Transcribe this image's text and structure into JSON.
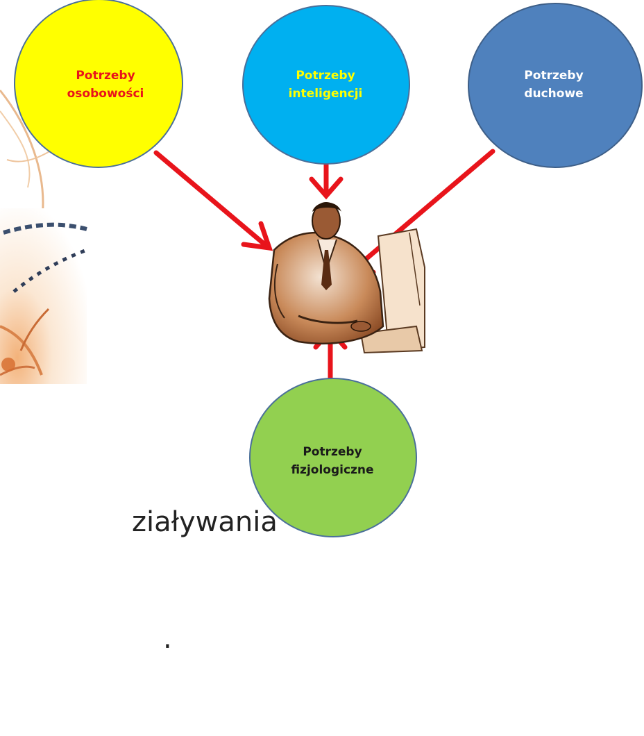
{
  "nodes": [
    {
      "id": "osobowosci",
      "line1": "Potrzeby",
      "line2": "osobowości",
      "fill": "#ffff00",
      "text_color": "#e8141b"
    },
    {
      "id": "inteligencji",
      "line1": "Potrzeby",
      "line2": "inteligencji",
      "fill": "#00b0f0",
      "text_color": "#ffff00"
    },
    {
      "id": "duchowe",
      "line1": "Potrzeby",
      "line2": "duchowe",
      "fill": "#4f81bd",
      "text_color": "#ffffff"
    },
    {
      "id": "fizjologiczne",
      "line1": "Potrzeby",
      "line2": "fizjologiczne",
      "fill": "#92d050",
      "text_color": "#1a1a1a"
    }
  ],
  "center_figure": "person-at-computer",
  "arrow_color": "#e8141b",
  "partial_text": {
    "line1": "ziaływania",
    "line2": "."
  }
}
